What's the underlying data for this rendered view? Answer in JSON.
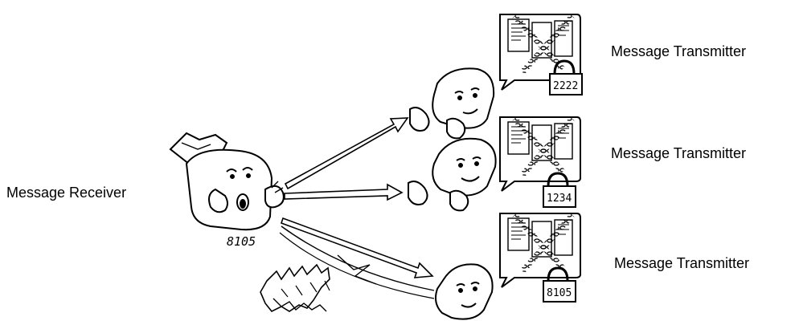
{
  "receiver": {
    "label": "Message Receiver",
    "code": "8105"
  },
  "transmitters": [
    {
      "label": "Message Transmitter",
      "lock_code": "2222"
    },
    {
      "label": "Message Transmitter",
      "lock_code": "1234"
    },
    {
      "label": "Message Transmitter",
      "lock_code": "8105"
    }
  ]
}
